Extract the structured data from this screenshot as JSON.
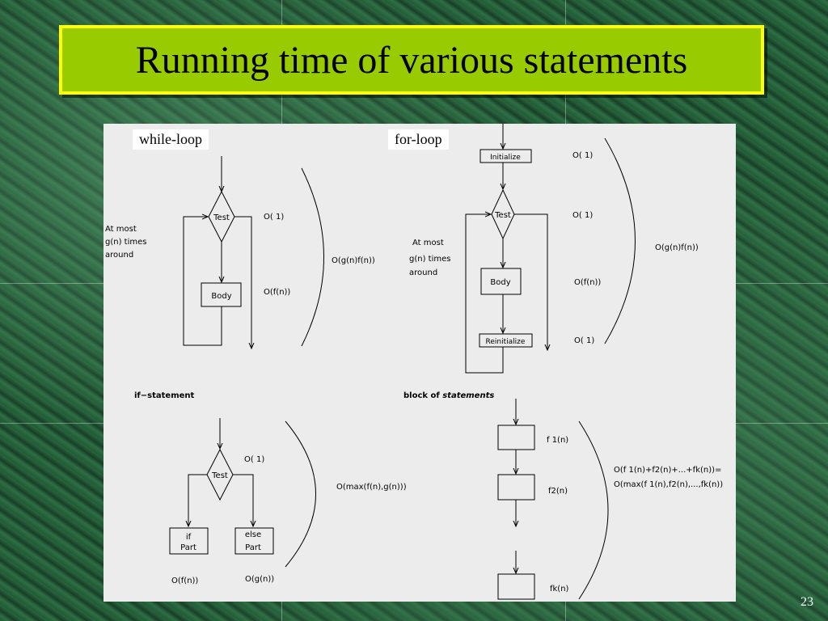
{
  "slide": {
    "title": "Running time of various statements",
    "page_number": "23"
  },
  "while_loop": {
    "label": "while-loop",
    "test": "Test",
    "body": "Body",
    "around_line1": "At most",
    "around_line2": "g(n) times",
    "around_line3": "around",
    "cost_test": "O( 1)",
    "cost_body": "O(f(n))",
    "cost_total": "O(g(n)f(n))"
  },
  "for_loop": {
    "label": "for-loop",
    "initialize": "Initialize",
    "test": "Test",
    "body": "Body",
    "reinitialize": "Reinitialize",
    "around_line1": "At most",
    "around_line2": "g(n) times",
    "around_line3": "around",
    "cost_init": "O( 1)",
    "cost_test": "O( 1)",
    "cost_body": "O(f(n))",
    "cost_reinit": "O( 1)",
    "cost_total": "O(g(n)f(n))"
  },
  "if_statement": {
    "label": "if−statement",
    "test": "Test",
    "if_line1": "if",
    "if_line2": "Part",
    "else_line1": "else",
    "else_line2": "Part",
    "cost_test": "O( 1)",
    "cost_if": "O(f(n))",
    "cost_else": "O(g(n))",
    "cost_total": "O(max(f(n),g(n)))"
  },
  "block": {
    "label_prefix": "block of ",
    "label_italic": "statements",
    "f1": "f 1(n)",
    "f2": "f2(n)",
    "fk": "fk(n)",
    "cost_line1": "O(f 1(n)+f2(n)+...+fk(n))=",
    "cost_line2": "O(max(f 1(n),f2(n),...,fk(n))"
  }
}
